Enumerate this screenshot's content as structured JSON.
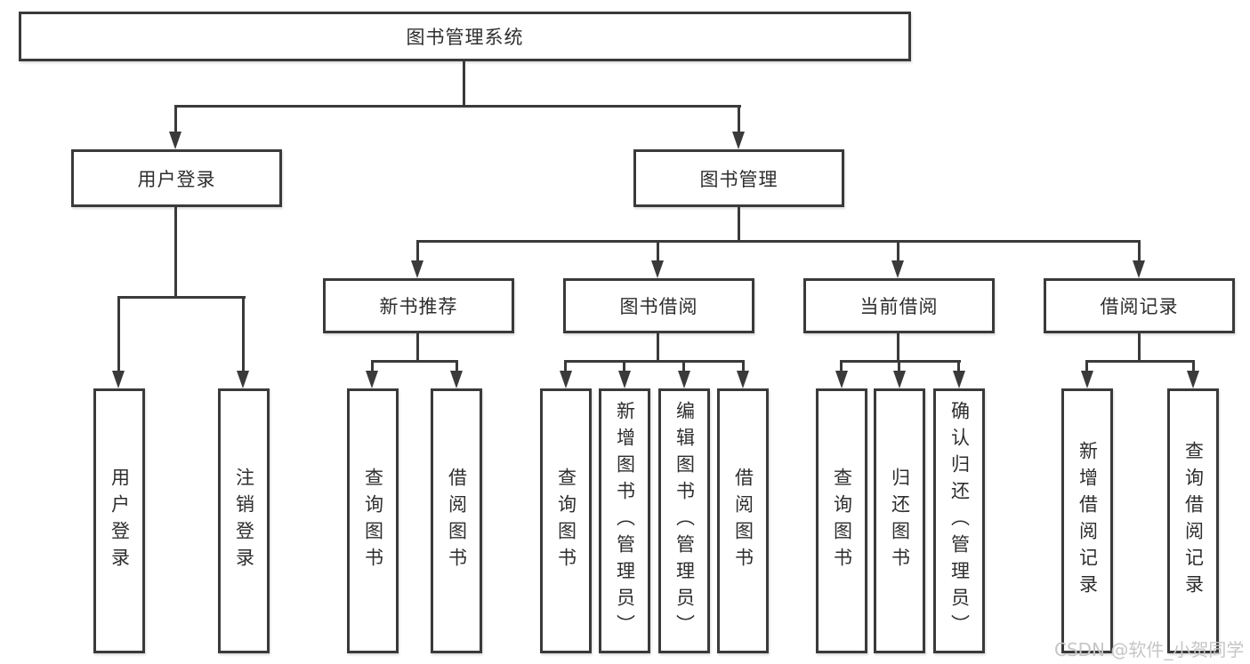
{
  "colors": {
    "line": "#3a3a3a",
    "text": "#2e2e2e",
    "watermark": "#c6c6c6",
    "bg": "#ffffff"
  },
  "watermark": {
    "text": "CSDN @软件_小贺同学"
  },
  "diagram": {
    "root": {
      "label": "图书管理系统"
    },
    "branches": [
      {
        "label": "用户登录",
        "children": [
          {
            "label": "用户登录"
          },
          {
            "label": "注销登录"
          }
        ]
      },
      {
        "label": "图书管理",
        "children": [
          {
            "label": "新书推荐",
            "children": [
              {
                "label": "查询图书"
              },
              {
                "label": "借阅图书"
              }
            ]
          },
          {
            "label": "图书借阅",
            "children": [
              {
                "label": "查询图书"
              },
              {
                "label": "新增图书（管理员）"
              },
              {
                "label": "编辑图书（管理员）"
              },
              {
                "label": "借阅图书"
              }
            ]
          },
          {
            "label": "当前借阅",
            "children": [
              {
                "label": "查询图书"
              },
              {
                "label": "归还图书"
              },
              {
                "label": "确认归还（管理员）"
              }
            ]
          },
          {
            "label": "借阅记录",
            "children": [
              {
                "label": "新增借阅记录"
              },
              {
                "label": "查询借阅记录"
              }
            ]
          }
        ]
      }
    ]
  }
}
